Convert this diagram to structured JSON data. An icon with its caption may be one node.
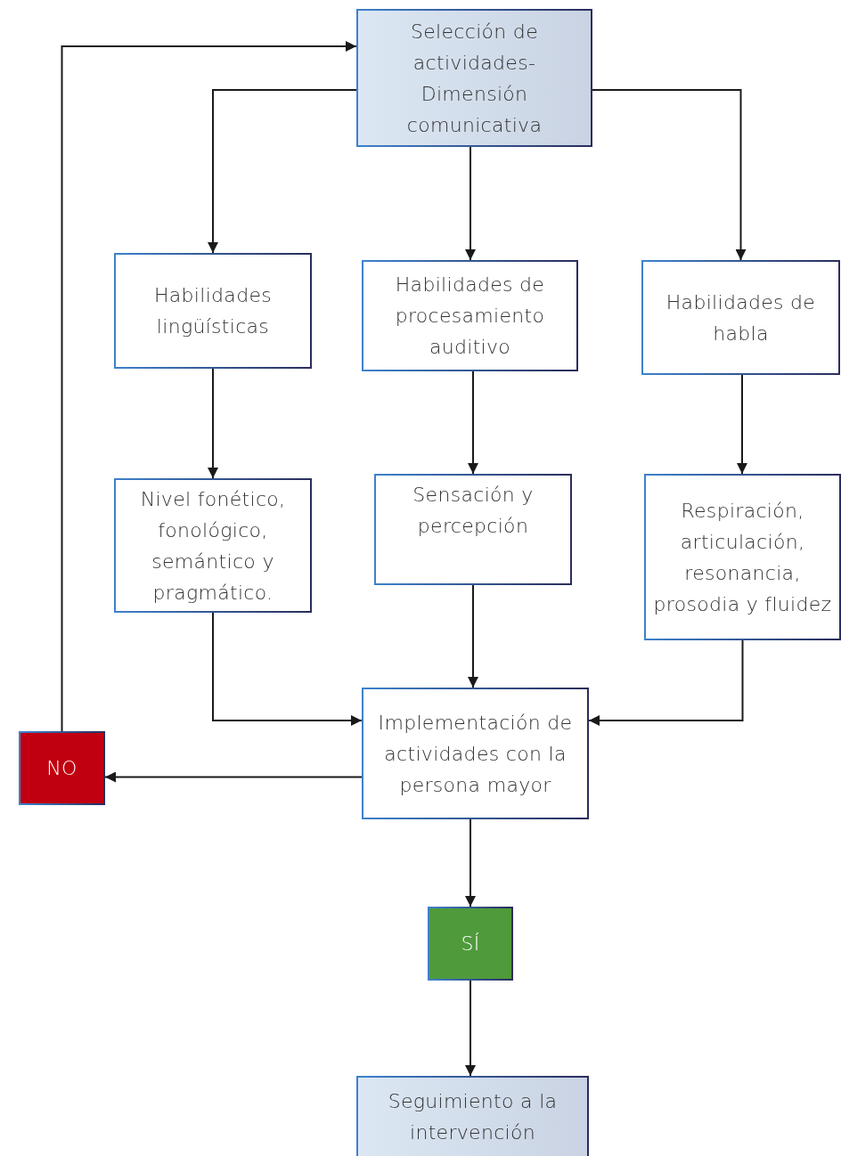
{
  "diagram": {
    "nodes": [
      {
        "text": [
          "Selección de actividades- Dimensión comunicativa"
        ]
      },
      {
        "text": [
          "Habilidades lingüísticas"
        ]
      },
      {
        "text": [
          "Habilidades de procesamiento auditivo"
        ]
      },
      {
        "text": [
          "Habilidades de habla"
        ]
      },
      {
        "text": [
          "Nivel fonético, fonológico, semántico y pragmático."
        ]
      },
      {
        "text": [
          "Sensación y percepción"
        ]
      },
      {
        "text": [
          "Respiración, articulación, resonancia, prosodia y fluidez"
        ]
      },
      {
        "text": [
          "Implementación de actividades con la persona mayor"
        ]
      },
      {
        "text": [
          "NO"
        ]
      },
      {
        "text": [
          "SÍ"
        ]
      },
      {
        "text": [
          "Seguimiento a la intervención"
        ]
      }
    ],
    "edges": [
      {
        "from": 0,
        "to": 1,
        "arrow": "to"
      },
      {
        "from": 0,
        "to": 2,
        "arrow": "to"
      },
      {
        "from": 0,
        "to": 3,
        "arrow": "to"
      },
      {
        "from": 1,
        "to": 4,
        "arrow": "to"
      },
      {
        "from": 2,
        "to": 5,
        "arrow": "to"
      },
      {
        "from": 3,
        "to": 6,
        "arrow": "to"
      },
      {
        "from": 4,
        "to": 7,
        "arrow": "to"
      },
      {
        "from": 5,
        "to": 7,
        "arrow": "to"
      },
      {
        "from": 6,
        "to": 7,
        "arrow": "to"
      },
      {
        "from": 7,
        "to": 8,
        "arrow": "to"
      },
      {
        "from": 7,
        "to": 9,
        "arrow": "to"
      },
      {
        "from": 9,
        "to": 10,
        "arrow": "to"
      },
      {
        "from": 8,
        "to": 0,
        "arrow": "to"
      }
    ]
  }
}
